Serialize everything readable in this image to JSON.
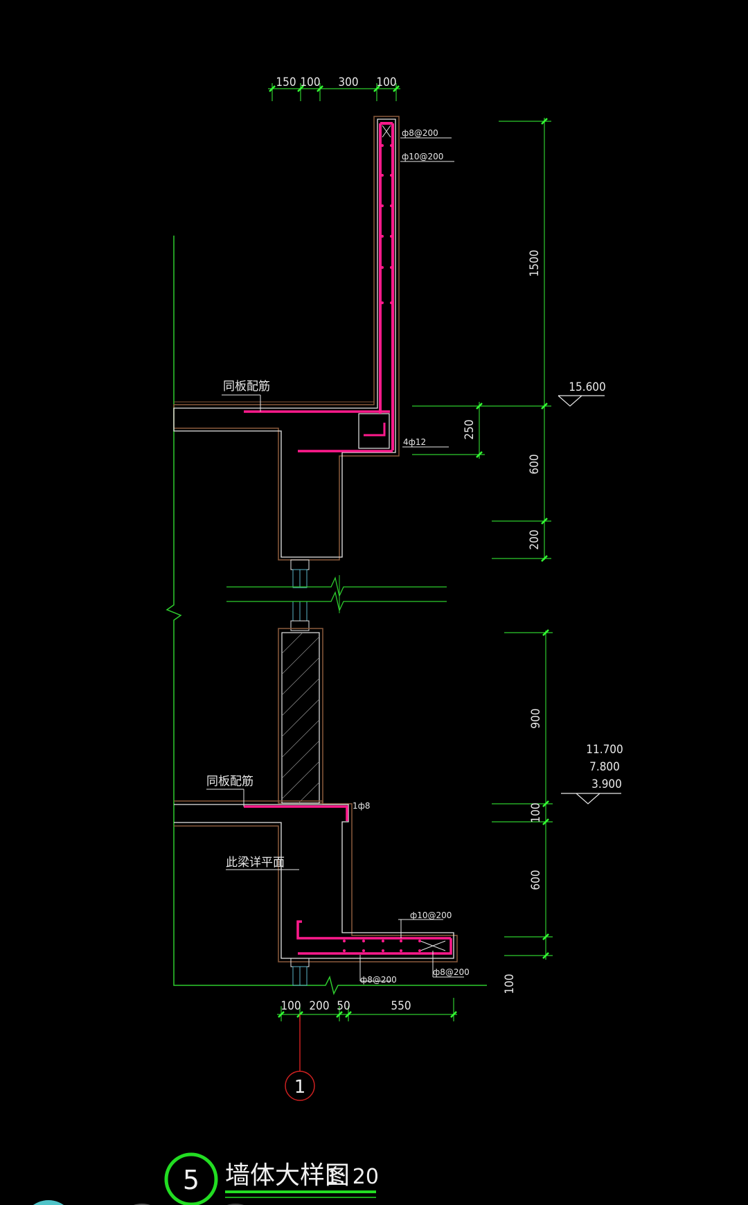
{
  "drawing": {
    "title": "墙体大样图",
    "scale": "1: 20",
    "detail_number": "5",
    "axis_label": "1"
  },
  "top_dims": [
    "150",
    "100",
    "300",
    "100"
  ],
  "bottom_dims": [
    "100",
    "200",
    "50",
    "550"
  ],
  "right_dims": {
    "d1500": "1500",
    "d600a": "600",
    "d200": "200",
    "d250": "250",
    "d900": "900",
    "d100a": "100",
    "d600b": "600",
    "d100b": "100"
  },
  "elevations": {
    "upper": "15.600",
    "lower": [
      "11.700",
      "7.800",
      "3.900"
    ]
  },
  "rebar_notes": {
    "top_b8": "ф8@200",
    "top_b10": "ф10@200",
    "beam_4b12": "4ф12",
    "lower_1b8": "1ф8",
    "lower_b10": "ф10@200",
    "lower_b8_left": "ф8@200",
    "lower_b8_right": "ф8@200"
  },
  "labels": {
    "slab_rebar_upper": "同板配筋",
    "slab_rebar_lower": "同板配筋",
    "beam_see_plan": "此梁详平面"
  },
  "colors": {
    "background": "#000000",
    "green_lines": "#2ecc2e",
    "outline": "#e8e8e8",
    "concrete_edge": "#8a5a3c",
    "rebar": "#ff1a8c",
    "axis_red": "#cc2020",
    "dim_tick": "#33ff33"
  }
}
